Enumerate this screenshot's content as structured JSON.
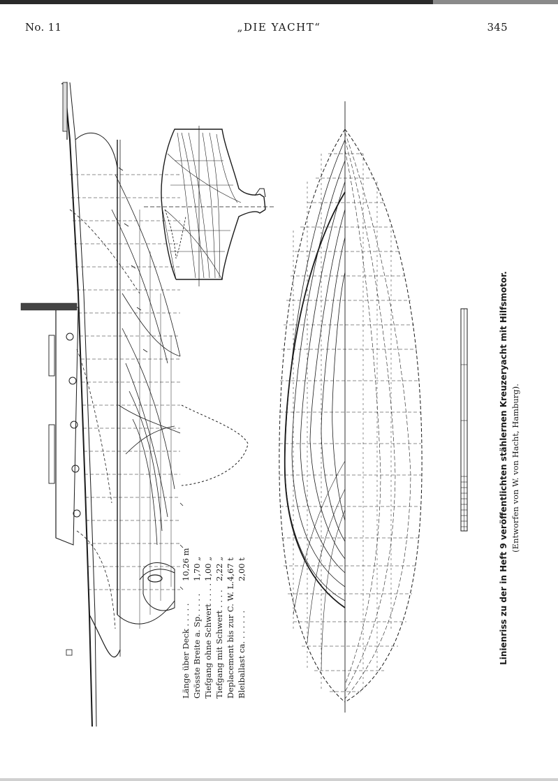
{
  "header": {
    "issue": "No. 11",
    "magazine": "„DIE YACHT“",
    "page": "345"
  },
  "specs": [
    {
      "label": "Länge über Deck . . . . .",
      "value": "10,26 m"
    },
    {
      "label": "Grösste Breite a. Sp. . . . .",
      "value": "1,70 „"
    },
    {
      "label": "Tiefgang ohne Schwert . . . .",
      "value": "1,00 „"
    },
    {
      "label": "Tiefgang mit Schwert . . . .",
      "value": "2,22 „"
    },
    {
      "label": "Deplacement bis zur C. W. L.",
      "value": "4,67 t"
    },
    {
      "label": "Bleiballast ca. . . . . . .",
      "value": "2,00 t"
    }
  ],
  "caption": {
    "title": "Linienriss zu der in Heft 9 veröffentlichten stählernen Kreuzeryacht mit Hilfsmotor.",
    "subtitle": "(Entworfen von W. von Hacht, Hamburg)."
  },
  "colors": {
    "ink": "#1a1a1a",
    "paper": "#ffffff"
  }
}
